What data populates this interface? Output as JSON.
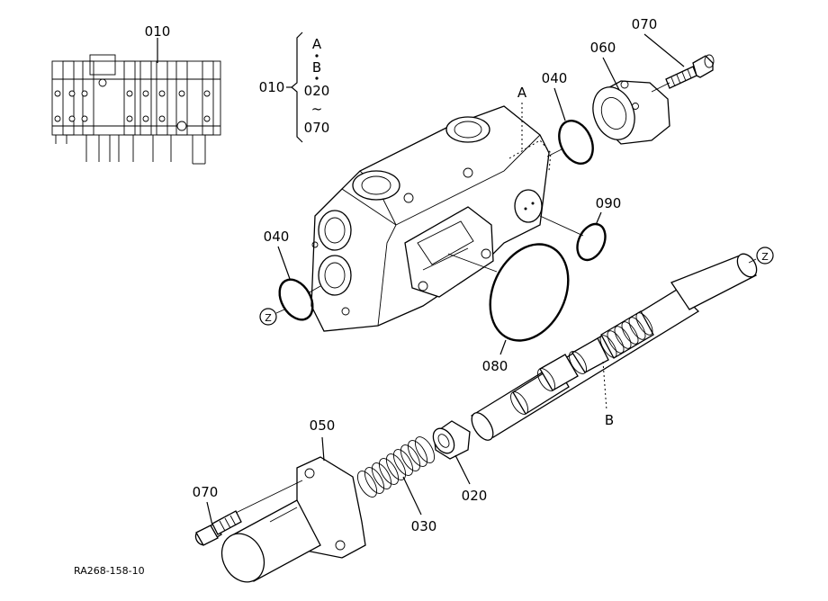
{
  "labels": {
    "p010": "010",
    "p040_left": "040",
    "p040_top": "040",
    "p060": "060",
    "p070_top": "070",
    "p090": "090",
    "p080": "080",
    "p050": "050",
    "p070_bottom": "070",
    "p030": "030",
    "p020": "020",
    "ref_a": "A",
    "ref_b": "B",
    "ref_z_left": "Z",
    "ref_z_right": "Z"
  },
  "bracket": {
    "label": "010",
    "items": [
      "A",
      "B",
      "020",
      "~",
      "070"
    ]
  },
  "drawing_code": "RA268-158-10"
}
